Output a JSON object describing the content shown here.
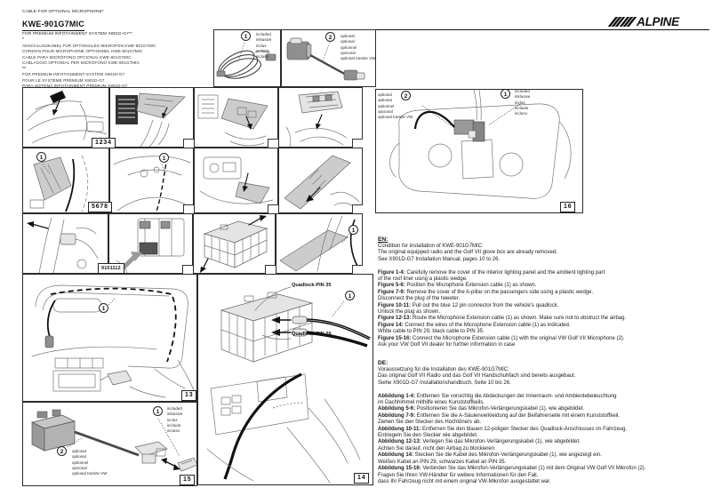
{
  "page": {
    "logo_text": "ALPINE",
    "header": {
      "title": "CABLE FOR OPTIONAL MICROPHONE*",
      "model": "KWE-901G7MIC",
      "subtitle": "FOR PREMIUM INFOTAINMENT SYSTEM X901D-G7**",
      "footnote1_mark": "*",
      "footnote1_lines": [
        "ANSCHLUSSKABEL FÜR OPTIONALES MIKROFON KWE-901G7MIC",
        "CORDON POUR MICROPHONE OPTIONNEL KWE-901G7MIC",
        "CABLE PARA MICRÓFONO OPCIONAL KWE-901G7MIC",
        "CABLAGGIO OPTIONAL PER MICROFONO KWE-901G7MIC"
      ],
      "footnote2_mark": "**",
      "footnote2_lines": [
        "FÜR PREMIUM-INFOTAINMENT-SYSTEM X901D-G7",
        "POUR LE SYSTÈME PREMIUM X901D-G7",
        "PARA SISTEMA INFOTAINMENT PREMIUM X901D-G7",
        "PER IL SISTEMA AUDIO VIDEO NAV X901D-G7"
      ]
    },
    "callouts": {
      "extension_cable": "1",
      "microphone": "2"
    },
    "included_labels": [
      "included",
      "inklusive",
      "inclus",
      "incluido",
      "incluso"
    ],
    "optional_labels": [
      "optional",
      "optional",
      "optionnel",
      "opcional",
      "optional tramite VW"
    ],
    "figure_numbers": {
      "figs_1_4": "1234",
      "figs_5_8": "5678",
      "figs_9_12": "9101112",
      "fig_13": "13",
      "fig_14": "14",
      "fig_15": "15",
      "fig_16": "16"
    },
    "pin_labels": {
      "pin_35": "Quadlock-PIN 35",
      "pin_29": "Quadlock-PIN 29"
    },
    "instructions_en": {
      "heading": "EN:",
      "lines": [
        {
          "t": "Condition for installation of KWE-901G7MIC:"
        },
        {
          "t": "The original equipped radio and the Golf VII glove box are already removed."
        },
        {
          "t": "See X901D-G7 Installation Manual, pages 10 to 26."
        },
        {
          "t": ""
        },
        {
          "b": "Figure 1-4:",
          "t": "Carefully remove the cover of the interior lighting panel and the ambient lighting part"
        },
        {
          "t": "of the roof liner using a plastic wedge."
        },
        {
          "b": "Figure 5-6:",
          "t": "Position the Microphone Extension cable (1) as shown."
        },
        {
          "b": "Figure 7-9:",
          "t": "Remove the cover of the A-pillar on the passengers side using a plastic wedge."
        },
        {
          "t": "Disconnect the plug of the tweeter."
        },
        {
          "b": "Figure 10-11:",
          "t": "Pull out the blue 12 pin connector from the vehicle's quadlock."
        },
        {
          "t": "Unlock the plug as shown."
        },
        {
          "b": "Figure 12-13:",
          "t": "Route the Microphone Extension cable (1) as shown. Make sure not to obstruct the airbag."
        },
        {
          "b": "Figure 14:",
          "t": "Connect the wires of the Microphone Extension cable (1) as indicated."
        },
        {
          "t": "White cable to PIN 29, black cable to PIN 35."
        },
        {
          "b": "Figure 15-16:",
          "t": "Connect the Microphone Extension cable (1) with the original VW Golf VII Microphone (2)."
        },
        {
          "t": "Ask your VW Golf VII dealer for further information in case"
        }
      ]
    },
    "instructions_de": {
      "heading": "DE:",
      "lines": [
        {
          "t": "Voraussetzung für die Installation des KWE-901G7MIC:"
        },
        {
          "t": "Das original Golf VII Radio und das Golf VII Handschuhfach sind bereits ausgebaut."
        },
        {
          "t": "Siehe X901D-G7 Installationshandbuch, Seite 10 bis 26."
        },
        {
          "t": ""
        },
        {
          "b": "Abbildung 1-4:",
          "t": "Entfernen Sie vorsichtig die Abdeckungen der Innenraum- und Ambientebeleuchtung"
        },
        {
          "t": "im Dachhimmel mithilfe eines Kunststoffkeils."
        },
        {
          "b": "Abbildung 5-6:",
          "t": "Positionieren Sie das Mikrofon-Verlängerungskabel (1), wie abgebildet."
        },
        {
          "b": "Abbildung 7-9:",
          "t": "Entfernen Sie die A-Säulenverkleidung auf der Beifahrerseite mit einem Kunststoffkeil."
        },
        {
          "t": "Ziehen Sie den Stecker des Hochtöners ab."
        },
        {
          "b": "Abbildung 10-11:",
          "t": "Entfernen Sie den blauen 12-poligen Stecker des Quadlock-Anschlusses im Fahrzeug."
        },
        {
          "t": "Entriegeln Sie den Stecker wie abgebildet."
        },
        {
          "b": "Abbildung 12-13:",
          "t": "Verlegen Sie das Mikrofon-Verlängerungskabel (1), wie abgebildet."
        },
        {
          "t": "Achten Sie darauf, nicht den Airbag zu blockieren."
        },
        {
          "b": "Abbildung 14:",
          "t": "Stecken Sie die Kabel des Mikrofon-Verlängerungskabel (1), wie angezeigt ein."
        },
        {
          "t": "Weißes Kabel an PIN 29, schwarzes Kabel an PIN 35."
        },
        {
          "b": "Abbildung 15-16:",
          "t": "Verbinden Sie das Mikrofon-Verlängerungskabel (1) mit dem Original VW Golf VII Mikrofon (2)."
        },
        {
          "t": "Fragen Sie Ihren VW-Händler für weitere Informationen für den Fall,"
        },
        {
          "t": "dass Ihr Fahrzeug nicht mit einem original VW-Mikrofon ausgestattet war."
        }
      ]
    }
  }
}
